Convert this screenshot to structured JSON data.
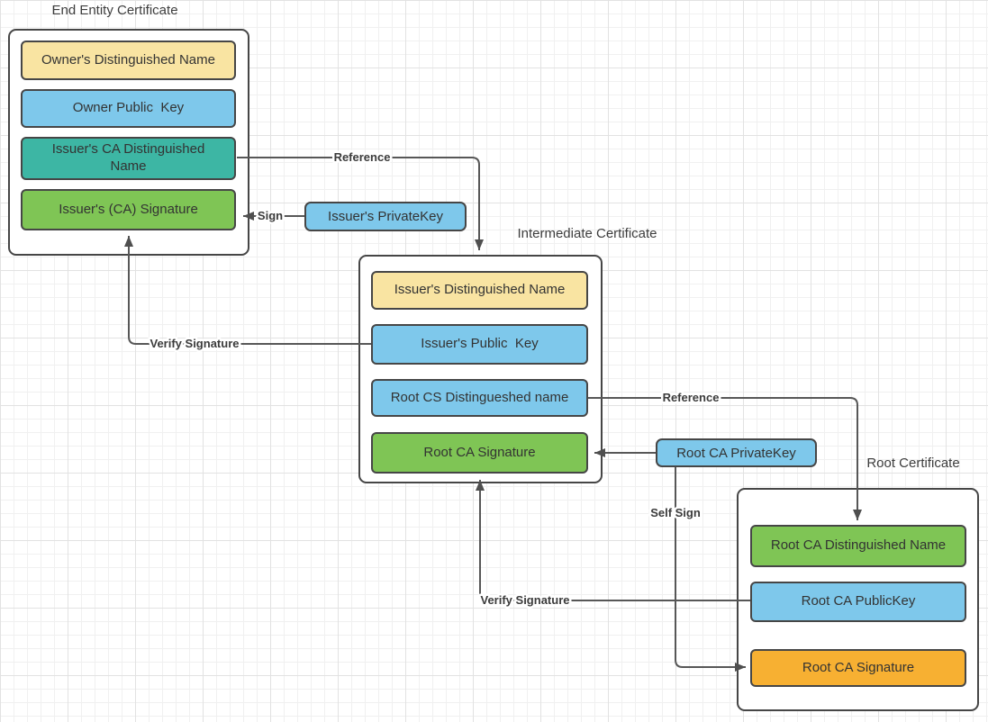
{
  "certificates": [
    {
      "title": "End Entity Certificate",
      "fields": [
        {
          "label": "Owner's Distinguished Name",
          "color": "#F9E4A2"
        },
        {
          "label": "Owner Public  Key",
          "color": "#7EC8EB"
        },
        {
          "label": "Issuer's CA Distinguished Name",
          "color": "#3DB6A4"
        },
        {
          "label": "Issuer's (CA) Signature",
          "color": "#7FC555"
        }
      ]
    },
    {
      "title": "Intermediate Certificate",
      "fields": [
        {
          "label": "Issuer's Distinguished Name",
          "color": "#F9E4A2"
        },
        {
          "label": "Issuer's Public  Key",
          "color": "#7EC8EB"
        },
        {
          "label": "Root CS Distingueshed name",
          "color": "#7EC8EB"
        },
        {
          "label": "Root CA Signature",
          "color": "#7FC555"
        }
      ]
    },
    {
      "title": "Root Certificate",
      "fields": [
        {
          "label": "Root CA Distinguished Name",
          "color": "#7FC555"
        },
        {
          "label": "Root CA PublicKey",
          "color": "#7EC8EB"
        },
        {
          "label": "Root CA Signature",
          "color": "#F7B032"
        }
      ]
    }
  ],
  "keys": [
    {
      "label": "Issuer's PrivateKey",
      "color": "#7EC8EB"
    },
    {
      "label": "Root CA PrivateKey",
      "color": "#7EC8EB"
    }
  ],
  "connectors": {
    "reference_top": "Reference",
    "sign": "Sign",
    "verify_left": "Verify Signature",
    "reference_right": "Reference",
    "self_sign": "Self Sign",
    "verify_bottom": "Verify Signature"
  },
  "palette": {
    "line": "#575757",
    "arrowhead": "#4f4f4f",
    "border": "#464646",
    "yellow": "#F9E4A2",
    "blue": "#7EC8EB",
    "teal": "#3DB6A4",
    "green": "#7FC555",
    "orange": "#F7B032"
  }
}
